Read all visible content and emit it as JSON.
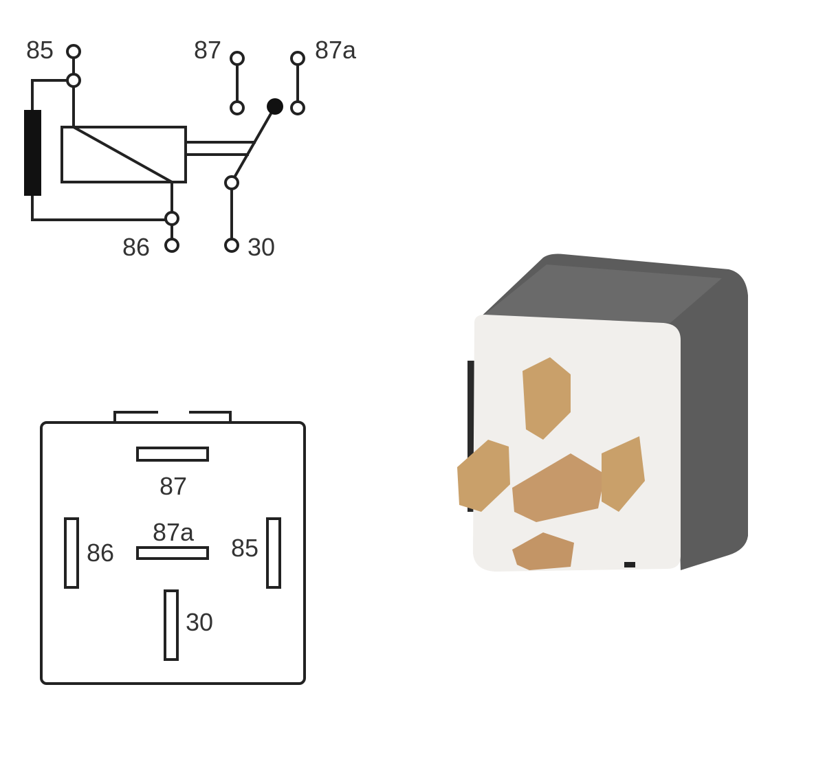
{
  "schematic": {
    "labels": {
      "t85": "85",
      "t86": "86",
      "t87": "87",
      "t87a": "87a",
      "t30": "30"
    }
  },
  "pinout": {
    "labels": {
      "t87": "87",
      "t87a": "87a",
      "t86": "86",
      "t85": "85",
      "t30": "30"
    }
  },
  "colors": {
    "line": "#222222",
    "relay_body": "#5a5a5a",
    "relay_face": "#f1efec",
    "terminal": "#c9a06a"
  }
}
